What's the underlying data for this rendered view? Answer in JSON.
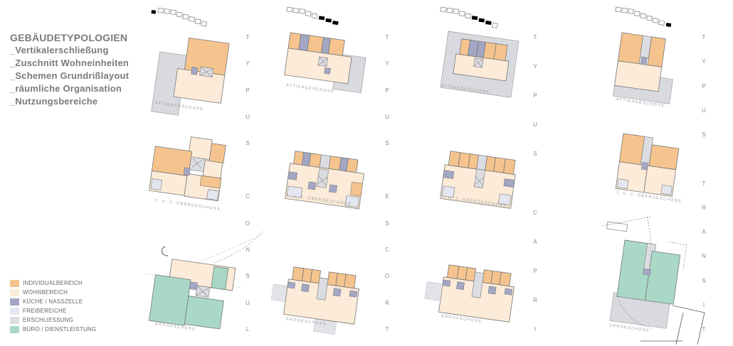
{
  "title": {
    "main": "GEBÄUDETYPOLOGIEN",
    "lines": [
      "_Vertikalerschließung",
      "_Zuschnitt Wohneinheiten",
      "_Schemen Grundrißlayout",
      "_räumliche Organisation",
      "_Nutzungsbereiche"
    ]
  },
  "legend": [
    {
      "label": "INDIVIDUALBEREICH",
      "color": "#f5c48e"
    },
    {
      "label": "WOHNBEREICH",
      "color": "#fbebd8"
    },
    {
      "label": "KÜCHE / NASSZELLE",
      "color": "#a3a7c4"
    },
    {
      "label": "FREIBEREICHE",
      "color": "#e4e6f0"
    },
    {
      "label": "ERSCHLIESSUNG",
      "color": "#dcdde2"
    },
    {
      "label": "BÜRO / DIENSTLEISTUNG",
      "color": "#a9d8c6"
    }
  ],
  "types": [
    "TYPUS CONSUL",
    "TYPUS ESCORT",
    "TYPUS CAPRI",
    "TYPUS TRANSIT"
  ],
  "floor_labels": {
    "attic": "ATTIKAGESCHOSS",
    "upper": "1. u. 2. OBERGESCHOSS",
    "ground": "ERDGESCHOSS"
  },
  "colors": {
    "individual": "#f5c48e",
    "living": "#fbebd8",
    "wet": "#a3a7c4",
    "free": "#e4e6f0",
    "circ": "#dcdde2",
    "office": "#a9d8c6",
    "line": "#777777",
    "text": "#888888"
  }
}
